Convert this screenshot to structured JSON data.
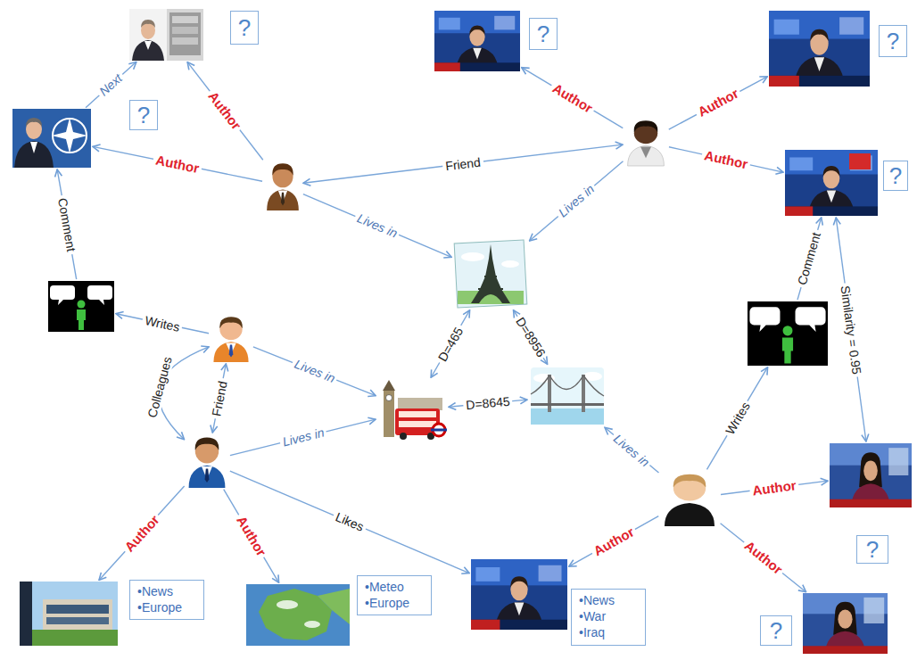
{
  "diagram": {
    "nodes": [
      {
        "text": [
          "?"
        ]
      },
      {
        "text": [
          "?"
        ]
      },
      {
        "text": [
          "?"
        ]
      },
      {
        "text": [
          "?"
        ]
      },
      {
        "text": [
          "?"
        ]
      },
      {
        "text": []
      },
      {
        "text": []
      },
      {
        "text": []
      },
      {
        "text": []
      },
      {
        "text": []
      },
      {
        "text": []
      },
      {
        "text": []
      },
      {
        "text": []
      },
      {
        "text": []
      },
      {
        "text": []
      },
      {
        "text": [
          "?"
        ]
      },
      {
        "text": [
          "?"
        ]
      },
      {
        "text": [
          "•News",
          "•Europe"
        ]
      },
      {
        "text": [
          "•Meteo",
          "•Europe"
        ]
      },
      {
        "text": [
          "•News",
          "•War",
          "•Iraq"
        ]
      }
    ],
    "edges": [
      {
        "from": 1,
        "to": 0,
        "label": "Next",
        "arrow": "to"
      },
      {
        "from": 5,
        "to": 0,
        "label": "Author",
        "arrow": "to"
      },
      {
        "from": 5,
        "to": 1,
        "label": "Author",
        "arrow": "to"
      },
      {
        "from": 5,
        "to": 6,
        "label": "Friend",
        "arrow": "both"
      },
      {
        "from": 5,
        "to": 7,
        "label": "Lives in",
        "arrow": "to"
      },
      {
        "from": 6,
        "to": 7,
        "label": "Lives in",
        "arrow": "to"
      },
      {
        "from": 6,
        "to": 2,
        "label": "Author",
        "arrow": "to"
      },
      {
        "from": 6,
        "to": 3,
        "label": "Author",
        "arrow": "to"
      },
      {
        "from": 6,
        "to": 4,
        "label": "Author",
        "arrow": "to"
      },
      {
        "from": 8,
        "to": 1,
        "label": "Comment",
        "arrow": "to"
      },
      {
        "from": 9,
        "to": 8,
        "label": "Writes",
        "arrow": "to"
      },
      {
        "from": 9,
        "to": 13,
        "label": "Friend",
        "arrow": "both"
      },
      {
        "from": 9,
        "to": 13,
        "label": "Colleagues",
        "arrow": "both"
      },
      {
        "from": 9,
        "to": 10,
        "label": "Lives in",
        "arrow": "to"
      },
      {
        "from": 13,
        "to": 10,
        "label": "Lives in",
        "arrow": "to"
      },
      {
        "from": 10,
        "to": 7,
        "label": "D=465",
        "arrow": "both"
      },
      {
        "from": 10,
        "to": 11,
        "label": "D=8645",
        "arrow": "both"
      },
      {
        "from": 7,
        "to": 11,
        "label": "D=8956",
        "arrow": "both"
      },
      {
        "from": 13,
        "to": 17,
        "label": "Author",
        "arrow": "to"
      },
      {
        "from": 13,
        "to": 18,
        "label": "Author",
        "arrow": "to"
      },
      {
        "from": 13,
        "to": 19,
        "label": "Likes",
        "arrow": "to"
      },
      {
        "from": 14,
        "to": 11,
        "label": "Lives in",
        "arrow": "to"
      },
      {
        "from": 14,
        "to": 12,
        "label": "Writes",
        "arrow": "to"
      },
      {
        "from": 12,
        "to": 4,
        "label": "Comment",
        "arrow": "to"
      },
      {
        "from": 4,
        "to": 15,
        "label": "Similarity = 0.95",
        "arrow": "both"
      },
      {
        "from": 14,
        "to": 15,
        "label": "Author",
        "arrow": "to"
      },
      {
        "from": 14,
        "to": 16,
        "label": "Author",
        "arrow": "to"
      },
      {
        "from": 14,
        "to": 19,
        "label": "Author",
        "arrow": "to"
      }
    ]
  }
}
